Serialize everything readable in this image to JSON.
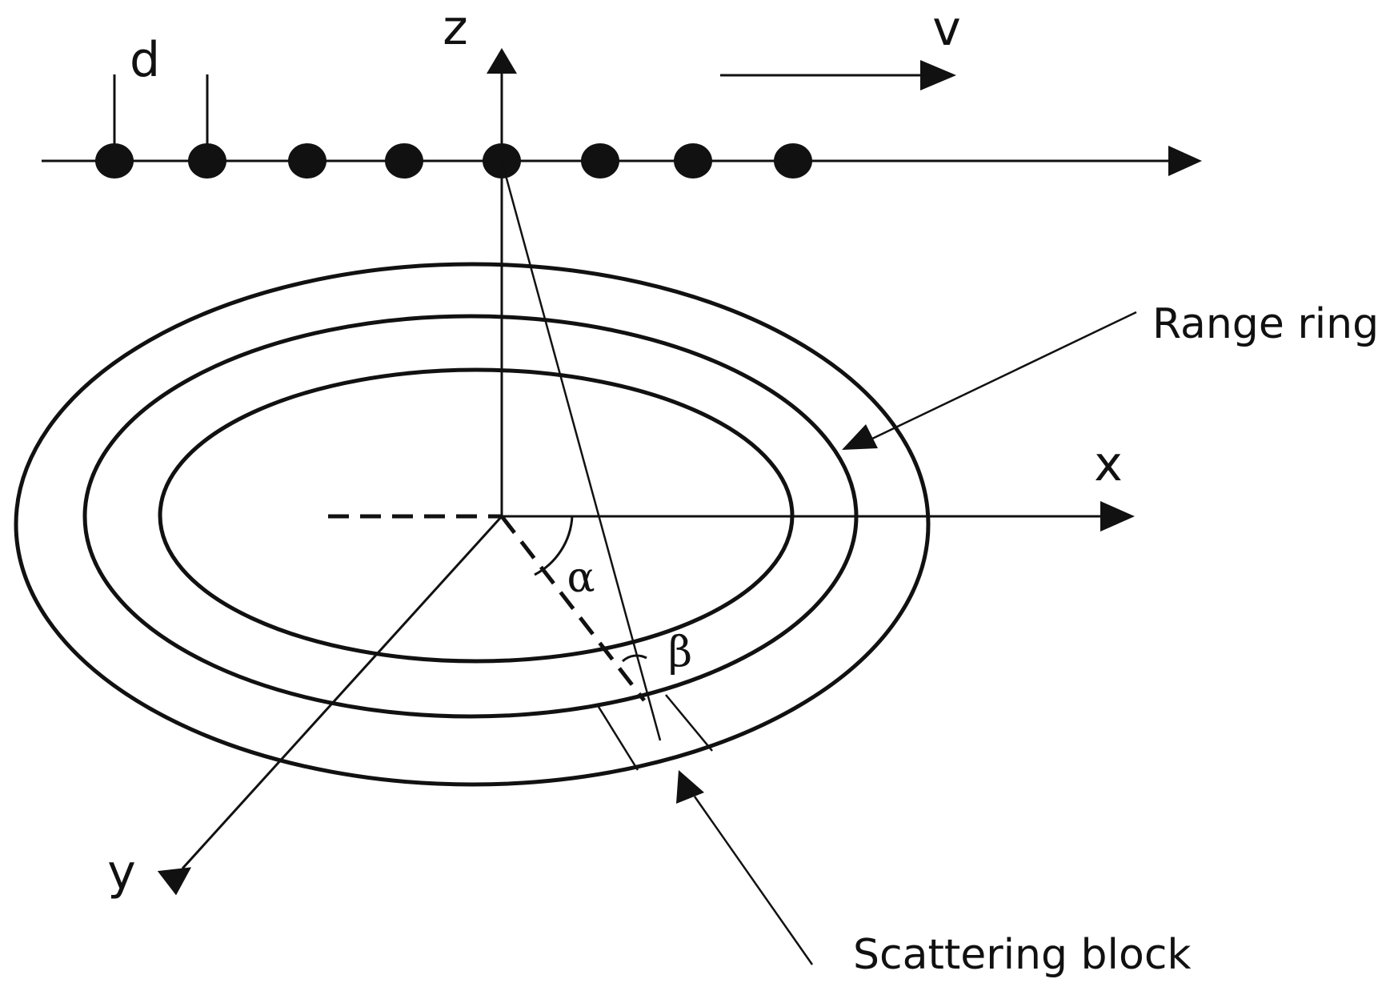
{
  "labels": {
    "z_axis": "z",
    "x_axis": "x",
    "y_axis": "y",
    "velocity": "v",
    "spacing": "d",
    "alpha": "α",
    "beta": "β",
    "range_ring": "Range ring",
    "scattering_block": "Scattering block"
  },
  "array_elements": 8,
  "range_rings": 3,
  "colors": {
    "ink": "#111111",
    "background": "#ffffff"
  }
}
